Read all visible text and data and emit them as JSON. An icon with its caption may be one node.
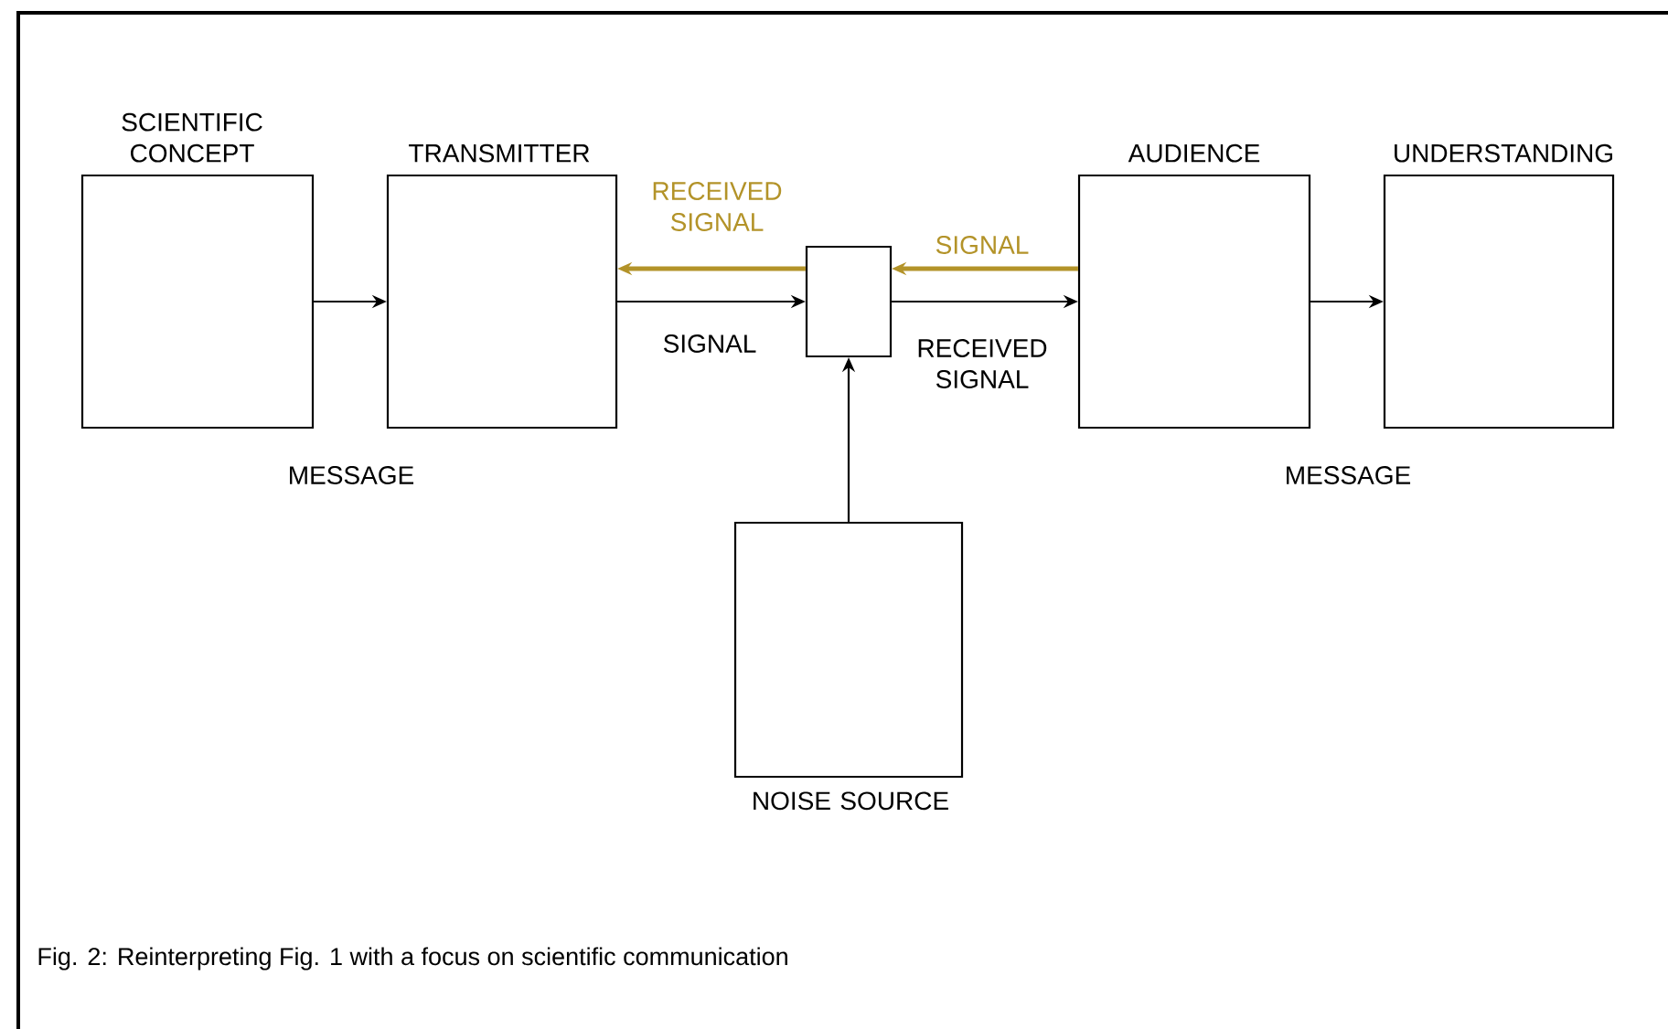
{
  "diagram": {
    "caption": "Fig. 2: Reinterpreting Fig. 1 with a focus on scientific communication",
    "nodes": [
      {
        "text": [
          "SCIENTIFIC CONCEPT"
        ]
      },
      {
        "text": [
          "TRANSMITTER"
        ]
      },
      {
        "text": [],
        "shape": "box"
      },
      {
        "text": [
          "AUDIENCE"
        ]
      },
      {
        "text": [
          "UNDERSTANDING"
        ]
      },
      {
        "text": [
          "NOISE SOURCE"
        ]
      }
    ],
    "edges": [
      {
        "from": 0,
        "to": 1,
        "arrow": "to"
      },
      {
        "from": 1,
        "to": 2,
        "arrow": "to",
        "label": "SIGNAL"
      },
      {
        "from": 2,
        "to": 1,
        "arrow": "to",
        "label": "RECEIVED SIGNAL",
        "style": "thick",
        "color": "#b39329"
      },
      {
        "from": 3,
        "to": 2,
        "arrow": "to",
        "label": "SIGNAL",
        "style": "thick",
        "color": "#b39329"
      },
      {
        "from": 2,
        "to": 3,
        "arrow": "to",
        "label": "RECEIVED SIGNAL"
      },
      {
        "from": 3,
        "to": 4,
        "arrow": "to"
      },
      {
        "from": 5,
        "to": 2,
        "arrow": "to"
      }
    ],
    "labels": [
      "MESSAGE",
      "MESSAGE"
    ]
  }
}
